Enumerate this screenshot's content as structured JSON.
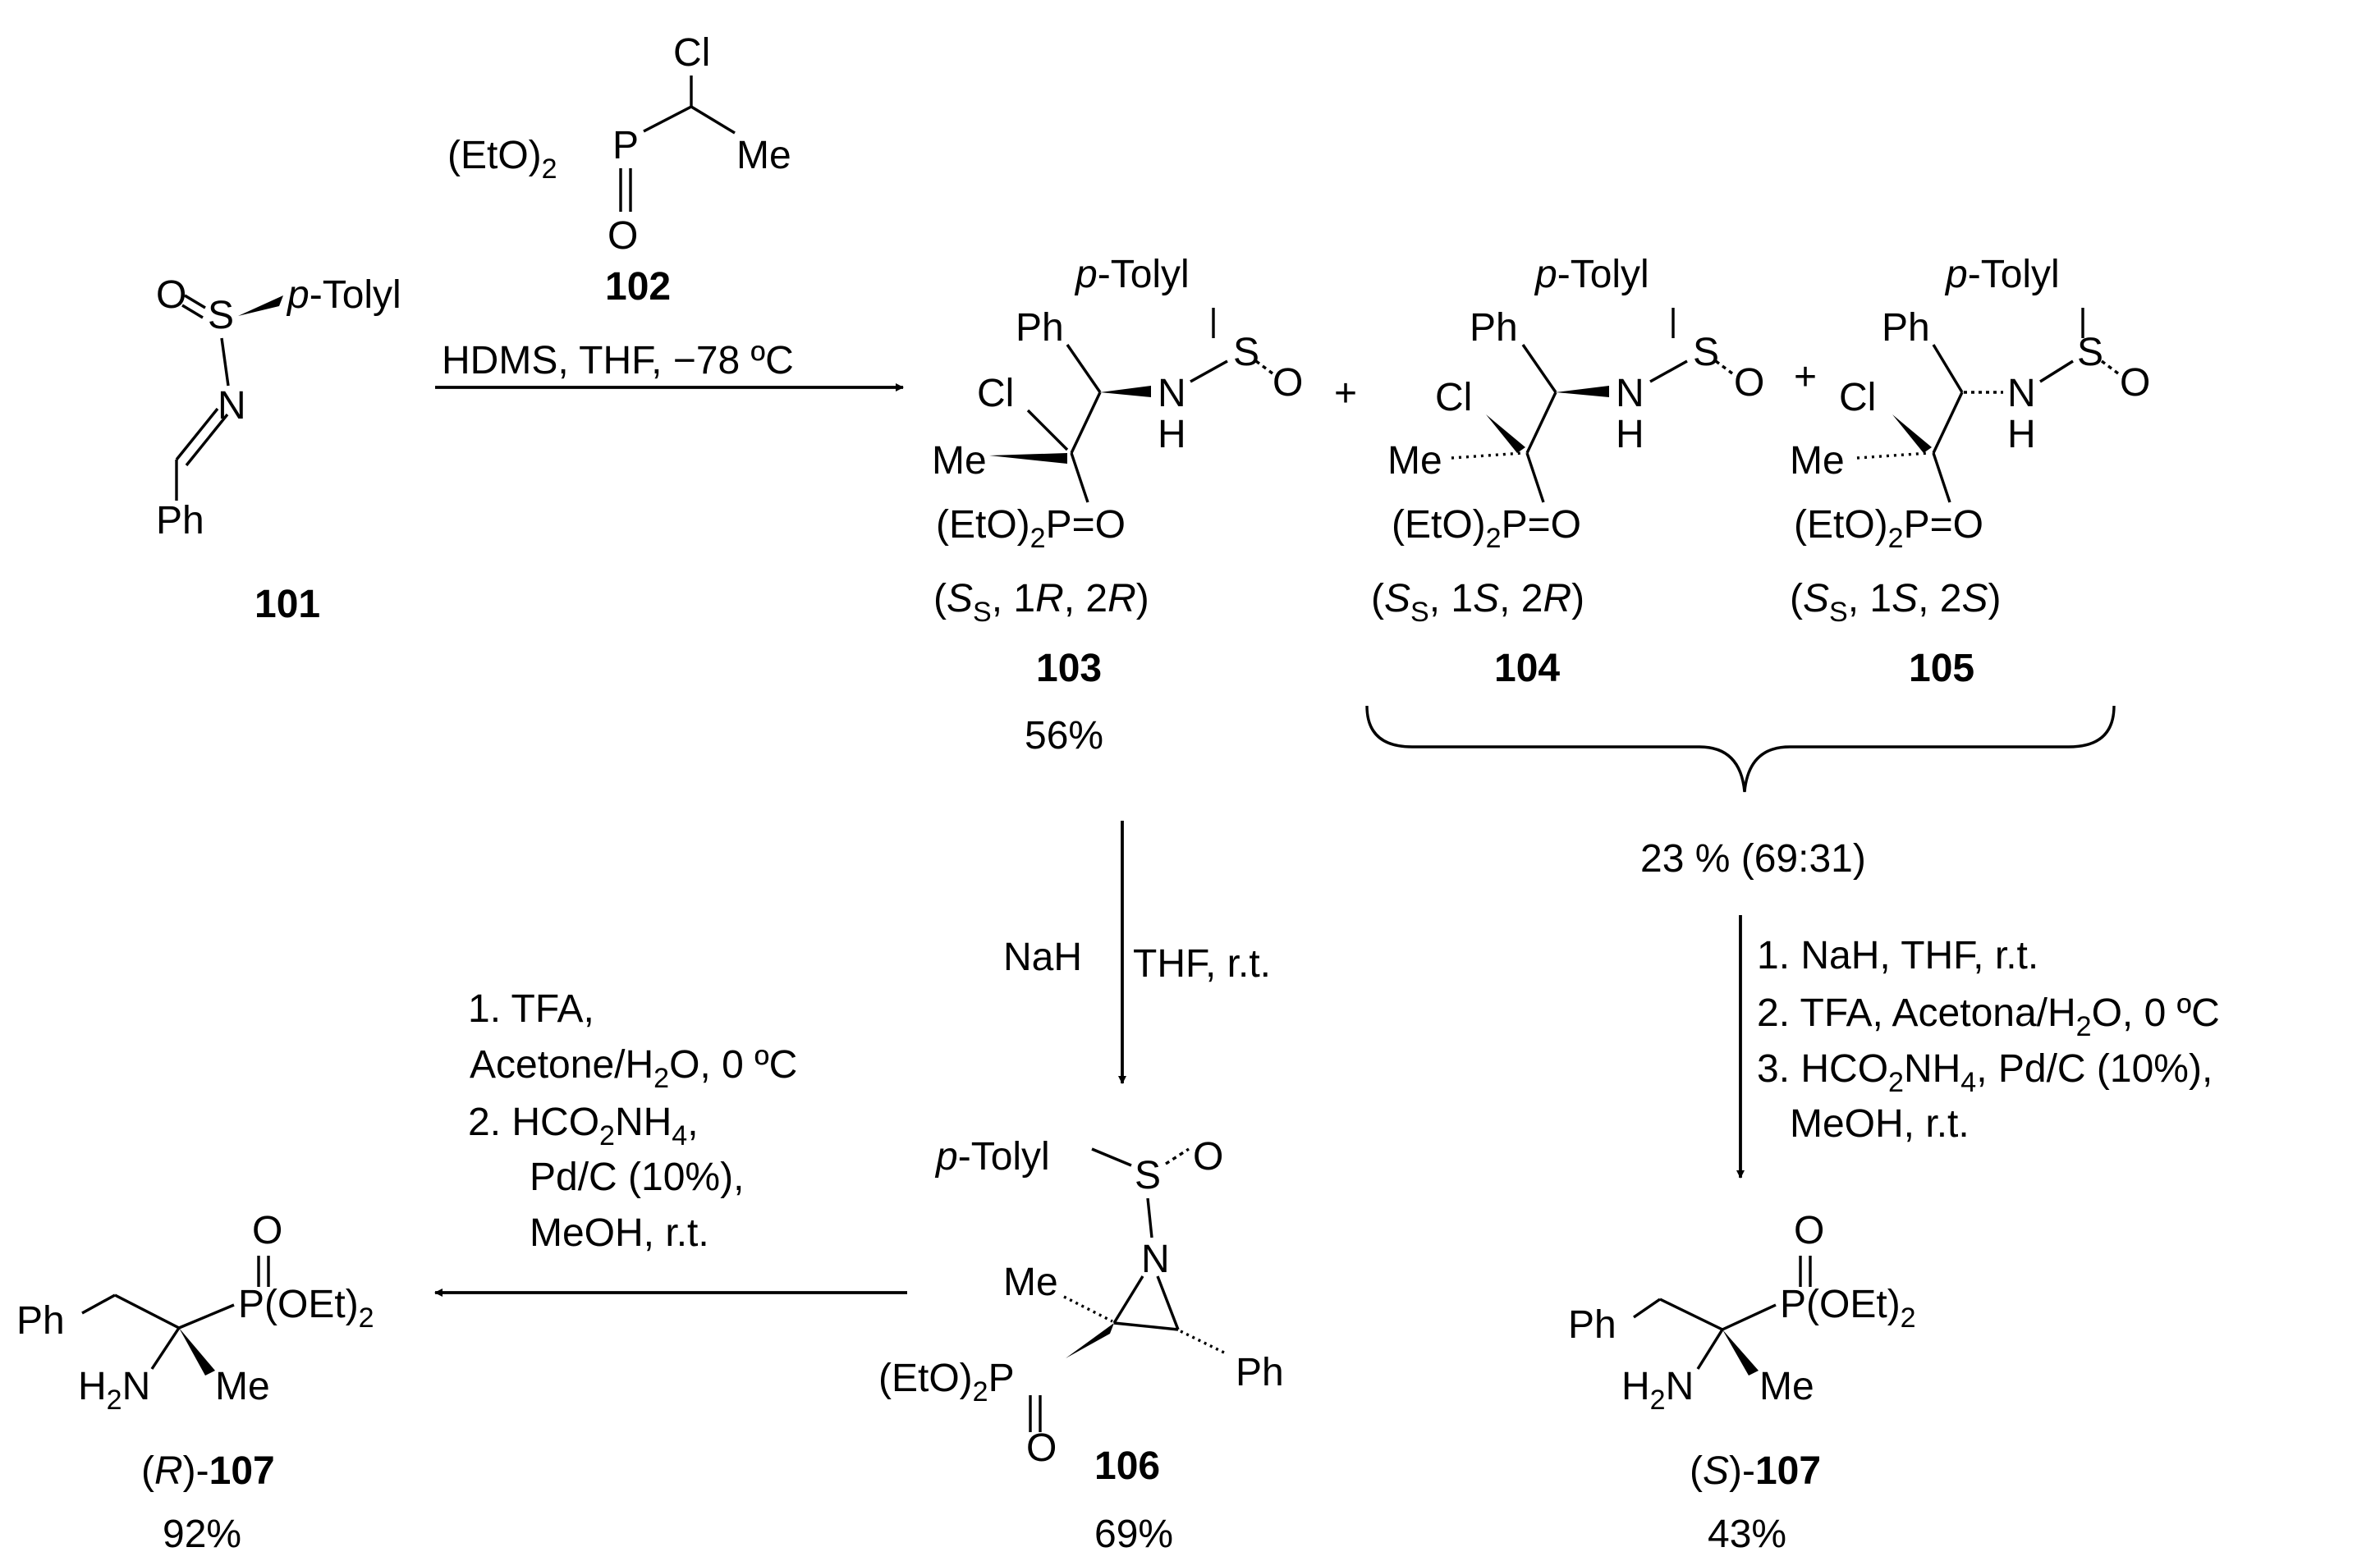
{
  "reagent_102": {
    "cl": "Cl",
    "eto": "(EtO)",
    "eto_sub": "2",
    "p": "P",
    "me": "Me",
    "o": "O",
    "number": "102"
  },
  "sm_101": {
    "o": "O",
    "s": "S",
    "tolyl_p": "p",
    "tolyl": "-Tolyl",
    "n": "N",
    "ph": "Ph",
    "number": "101"
  },
  "arrow_top": {
    "conditions": "HDMS, THF, −78 ºC"
  },
  "plus": "+",
  "cmpd_103": {
    "tolyl_p": "p",
    "tolyl": "-Tolyl",
    "ph": "Ph",
    "s": "S",
    "o": "O",
    "cl": "Cl",
    "n": "N",
    "h": "H",
    "me": "Me",
    "eto": "(EtO)",
    "eto_sub": "2",
    "po": "P=O",
    "stereo": {
      "open": "(",
      "s1": "S",
      "s1_sub": "S",
      "mid1": ", 1",
      "r1": "R",
      "mid2": ", 2",
      "r2": "R",
      "close": ")"
    },
    "number": "103",
    "yield": "56%"
  },
  "cmpd_104": {
    "tolyl_p": "p",
    "tolyl": "-Tolyl",
    "ph": "Ph",
    "s": "S",
    "o": "O",
    "cl": "Cl",
    "n": "N",
    "h": "H",
    "me": "Me",
    "eto": "(EtO)",
    "eto_sub": "2",
    "po": "P=O",
    "stereo": {
      "open": "(",
      "s1": "S",
      "s1_sub": "S",
      "mid1": ", 1",
      "r1": "S",
      "mid2": ", 2",
      "r2": "R",
      "close": ")"
    },
    "number": "104"
  },
  "cmpd_105": {
    "tolyl_p": "p",
    "tolyl": "-Tolyl",
    "ph": "Ph",
    "s": "S",
    "o": "O",
    "cl": "Cl",
    "n": "N",
    "h": "H",
    "me": "Me",
    "eto": "(EtO)",
    "eto_sub": "2",
    "po": "P=O",
    "stereo": {
      "open": "(",
      "s1": "S",
      "s1_sub": "S",
      "mid1": ", 1",
      "r1": "S",
      "mid2": ", 2",
      "r2": "S",
      "close": ")"
    },
    "number": "105"
  },
  "brace_yield": "23 % (69:31)",
  "arrow_mid": {
    "left": "NaH",
    "right": "THF, r.t."
  },
  "arrow_right": {
    "step1": "1. NaH, THF, r.t.",
    "step2a": "2. TFA, Acetona/H",
    "step2_sub": "2",
    "step2b": "O, 0 ºC",
    "step3a": "3. HCO",
    "step3_sub1": "2",
    "step3b": "NH",
    "step3_sub2": "4",
    "step3c": ", Pd/C (10%),",
    "step4": "MeOH, r.t."
  },
  "arrow_left": {
    "step1": "1. TFA,",
    "step1b_a": "Acetone/H",
    "step1b_sub": "2",
    "step1b_b": "O, 0 ºC",
    "step2a": "2. HCO",
    "step2_sub1": "2",
    "step2b": "NH",
    "step2_sub2": "4",
    "step2c": ",",
    "step3": "Pd/C (10%),",
    "step4": "MeOH, r.t."
  },
  "cmpd_106": {
    "tolyl_p": "p",
    "tolyl": "-Tolyl",
    "s": "S",
    "o": "O",
    "n": "N",
    "me": "Me",
    "eto": "(EtO)",
    "eto_sub": "2",
    "p": "P",
    "o2": "O",
    "ph": "Ph",
    "number": "106",
    "yield": "69%"
  },
  "cmpd_R107": {
    "o": "O",
    "ph": "Ph",
    "poet": "P(OEt)",
    "poet_sub": "2",
    "h2n_h": "H",
    "h2n_sub": "2",
    "h2n_n": "N",
    "me": "Me",
    "label_open": "(",
    "label_cfg": "R",
    "label_close": ")-",
    "number": "107",
    "yield": "92%"
  },
  "cmpd_S107": {
    "o": "O",
    "ph": "Ph",
    "poet": "P(OEt)",
    "poet_sub": "2",
    "h2n_h": "H",
    "h2n_sub": "2",
    "h2n_n": "N",
    "me": "Me",
    "label_open": "(",
    "label_cfg": "S",
    "label_close": ")-",
    "number": "107",
    "yield": "43%"
  }
}
